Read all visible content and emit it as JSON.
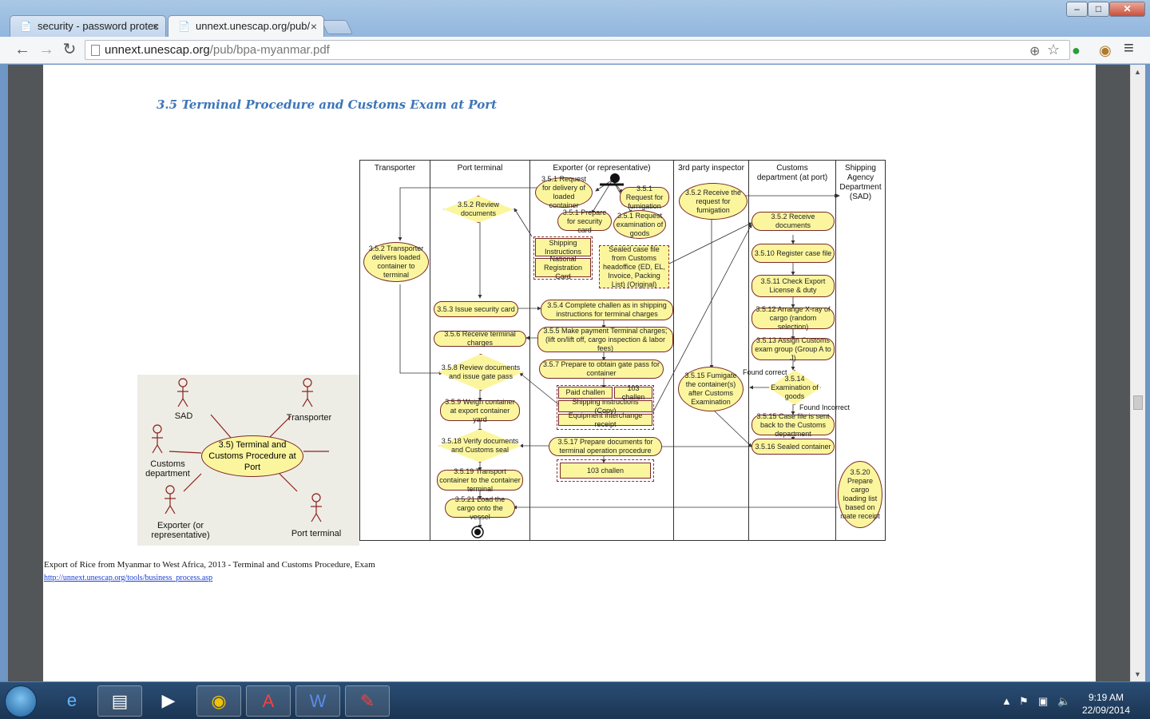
{
  "browser": {
    "tabs": [
      {
        "title": "security - password protec",
        "active": false
      },
      {
        "title": "unnext.unescap.org/pub/",
        "active": true
      }
    ],
    "address": {
      "host": "unnext.unescap.org",
      "path": "/pub/bpa-myanmar.pdf"
    },
    "window_buttons": {
      "minimize": "–",
      "maximize": "□",
      "close": "✕"
    },
    "icons": {
      "back": "←",
      "forward": "→",
      "reload": "↻",
      "zoom": "⊕",
      "star": "☆",
      "menu": "≡"
    }
  },
  "pdf": {
    "section_title": "3.5 Terminal Procedure and Customs Exam at Port",
    "caption": "Export of Rice from Myanmar to West Africa, 2013 - Terminal and Customs Procedure, Exam",
    "caption_link": "http://unnext.unescap.org/tools/business_process.asp"
  },
  "diagram": {
    "lanes": [
      "Transporter",
      "Port terminal",
      "Exporter (or representative)",
      "3rd party inspector",
      "Customs department (at port)",
      "Shipping Agency Department (SAD)"
    ],
    "nodes": {
      "n351a": "3.5.1 Request for delivery of loaded container",
      "n351b": "3.5.1 Request for fumigation",
      "n351c": "3.5.1 Prepare for security card",
      "n351d": "3.5.1 Request examination of goods",
      "n352rev": "3.5.2 Review documents",
      "n352tr": "3.5.2 Transporter delivers loaded container to terminal",
      "docShip": "Shipping Instructions",
      "docNrc": "National Registration Card",
      "docSealed": "Sealed case file from Customs headoffice (ED, EL, Invoice, Packing List) (Original)",
      "n352ins": "3.5.2 Receive the request for fumigation",
      "n352cus": "3.5.2 Receive documents",
      "n3510": "3.5.10 Register case file",
      "n3511": "3.5.11 Check Export License & duty",
      "n3512": "3.5.12 Arrange X-ray of cargo (random selection)",
      "n3513": "3.5.13 Assign Customs exam group (Group A to J)",
      "n3514": "3.5.14 Examination of goods",
      "n3515f": "3.5.15 Fumigate the container(s) after Customs Examination",
      "n3515c": "3.5.15 Case file is sent back to the Customs department",
      "n3516": "3.5.16 Sealed container",
      "n353": "3.5.3 Issue security card",
      "n354": "3.5.4 Complete challen as in shipping instructions for terminal charges",
      "n355": "3.5.5 Make payment Terminal charges; (lift on/lift off, cargo inspection & labor fees)",
      "n356": "3.5.6 Receive terminal charges",
      "n357": "3.5.7 Prepare to obtain gate pass for container",
      "n358": "3.5.8 Review documents and issue gate pass",
      "docPaid": "Paid challen",
      "doc103a": "103 challen",
      "docShipCopy": "Shipping instructions (Copy)",
      "docEquip": "Equipment interchange receipt",
      "n359": "3.5.9 Weigh container at export container yard",
      "n3518": "3.5.18 Verify documents and Customs seal",
      "n3517": "3.5.17 Prepare documents for terminal operation procedure",
      "doc103b": "103 challen",
      "n3519": "3.5.19 Transport container to the container terminal",
      "n3521": "3.5.21 Load the cargo onto the vessel",
      "n3520": "3.5.20 Prepare cargo loading list based on mate receipt"
    },
    "labels": {
      "found_correct": "Found correct",
      "found_incorrect": "Found Incorrect"
    }
  },
  "usecase": {
    "center": "3.5) Terminal and Customs Procedure at Port",
    "actors": [
      "SAD",
      "Transporter",
      "Customs department",
      "Exporter (or representative)",
      "Port terminal"
    ]
  },
  "taskbar": {
    "time": "9:19 AM",
    "date": "22/09/2014"
  }
}
